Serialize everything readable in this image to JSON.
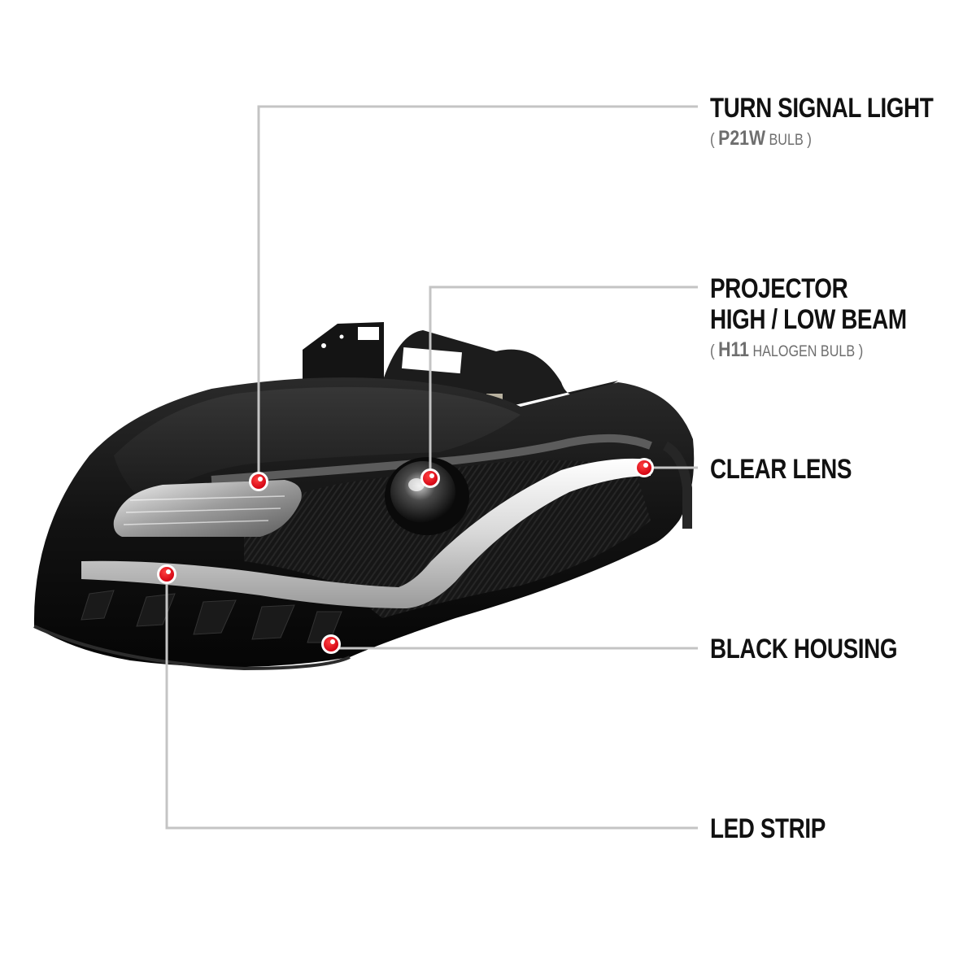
{
  "product": {
    "subject": "black projector headlight with LED strip",
    "background_color": "#ffffff",
    "callout_line_color": "#c4c4c4",
    "marker_color": "#e00010"
  },
  "callouts": [
    {
      "id": "turn-signal",
      "title": "TURN SIGNAL LIGHT",
      "subtitle": {
        "open": "(",
        "code": "P21W",
        "text": "BULB",
        "close": ")"
      }
    },
    {
      "id": "projector",
      "title_line1": "PROJECTOR",
      "title_line2": "HIGH / LOW BEAM",
      "subtitle": {
        "open": "(",
        "code": "H11",
        "text": "HALOGEN BULB",
        "close": ")"
      }
    },
    {
      "id": "clear-lens",
      "title": "CLEAR LENS"
    },
    {
      "id": "black-housing",
      "title": "BLACK HOUSING"
    },
    {
      "id": "led-strip",
      "title": "LED STRIP"
    }
  ]
}
